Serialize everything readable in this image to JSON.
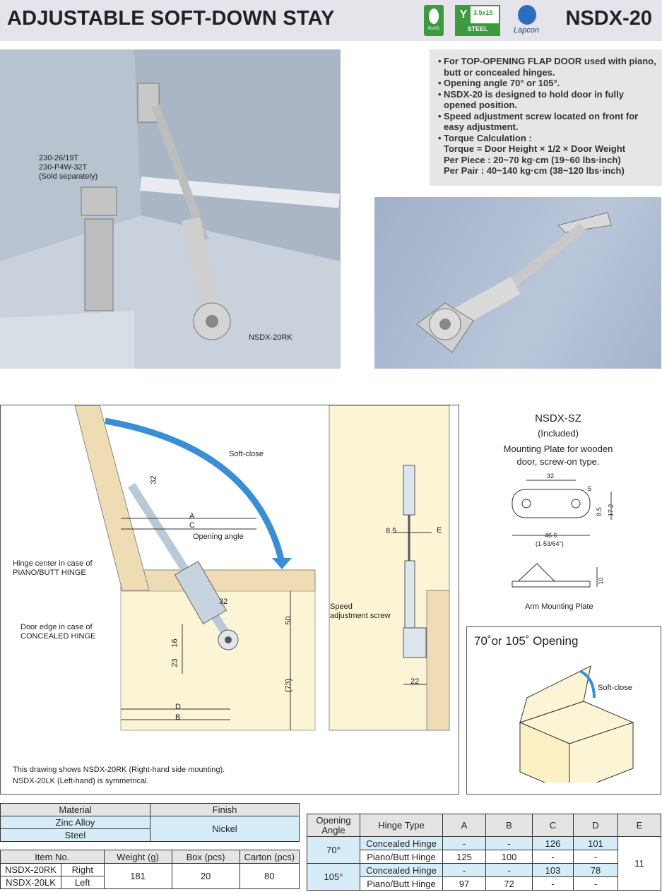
{
  "header": {
    "title": "ADJUSTABLE SOFT-DOWN STAY",
    "model": "NSDX-20",
    "logos": {
      "rohs": "RoHS",
      "steel_size": "3.5x15",
      "steel_label": "STEEL",
      "lapcon": "Lapcon"
    }
  },
  "photo1": {
    "hinge_label_1": "230-26/19T",
    "hinge_label_2": "230-P4W-32T",
    "hinge_label_3": "(Sold separately)",
    "stay_label": "NSDX-20RK"
  },
  "features": {
    "items": [
      "For TOP-OPENING FLAP DOOR used with piano, butt or concealed hinges.",
      "Opening angle 70° or 105°.",
      "NSDX-20 is designed to hold door in fully opened position.",
      "Speed adjustment screw located on front for easy adjustment.",
      "Torque Calculation :"
    ],
    "torque_lines": [
      "Torque = Door Height × 1/2 × Door Weight",
      "Per Piece : 20~70 kg·cm (19~60 lbs·inch)",
      "Per Pair : 40~140 kg·cm (38~120 lbs·inch)"
    ]
  },
  "drawing": {
    "soft_close": "Soft-close",
    "opening_angle": "Opening angle",
    "hinge_center_1": "Hinge center in case of",
    "hinge_center_2": "PIANO/BUTT HINGE",
    "door_edge_1": "Door edge in case of",
    "door_edge_2": "CONCEALED HINGE",
    "dim_a": "A",
    "dim_b": "B",
    "dim_c": "C",
    "dim_d": "D",
    "dim_e": "E",
    "dim_32_top": "32",
    "dim_32": "32",
    "dim_16": "16",
    "dim_23": "23",
    "dim_50": "50",
    "dim_73": "(73)",
    "dim_85": "8.5",
    "dim_22": "22",
    "speed_1": "Speed",
    "speed_2": "adjustment screw",
    "note_1": "This drawing shows NSDX-20RK (Right-hand side mounting).",
    "note_2": "NSDX-20LK (Left-hand) is symmetrical."
  },
  "mounting_plate": {
    "title": "NSDX-SZ",
    "included": "(Included)",
    "desc_1": "Mounting Plate for wooden",
    "desc_2": "door, screw-on type.",
    "dim_32": "32",
    "dim_5": "5",
    "dim_85": "8.5",
    "dim_172": "17.2",
    "dim_466": "46.6",
    "dim_inch": "(1-53/64\")",
    "dim_10": "10",
    "arm_plate": "Arm Mounting Plate"
  },
  "opening_box": {
    "title": "70˚or 105˚ Opening",
    "soft_close": "Soft-close"
  },
  "material_table": {
    "headers": [
      "Material",
      "Finish"
    ],
    "rows": [
      [
        "Zinc Alloy",
        "Nickel"
      ],
      [
        "Steel",
        ""
      ]
    ]
  },
  "item_table": {
    "headers": [
      "Item No.",
      "Weight (g)",
      "Box (pcs)",
      "Carton (pcs)"
    ],
    "rows": [
      {
        "item": "NSDX-20RK",
        "side": "Right"
      },
      {
        "item": "NSDX-20LK",
        "side": "Left"
      }
    ],
    "weight": "181",
    "box": "20",
    "carton": "80"
  },
  "spec_table": {
    "headers": [
      "Opening Angle",
      "Hinge Type",
      "A",
      "B",
      "C",
      "D",
      "E"
    ],
    "angle_70": "70°",
    "angle_105": "105°",
    "e_value": "11",
    "rows": [
      [
        "Concealed Hinge",
        "-",
        "-",
        "126",
        "101"
      ],
      [
        "Piano/Butt Hinge",
        "125",
        "100",
        "-",
        "-"
      ],
      [
        "Concealed Hinge",
        "-",
        "-",
        "103",
        "78"
      ],
      [
        "Piano/Butt Hinge",
        "97",
        "72",
        "-",
        "-"
      ]
    ]
  }
}
